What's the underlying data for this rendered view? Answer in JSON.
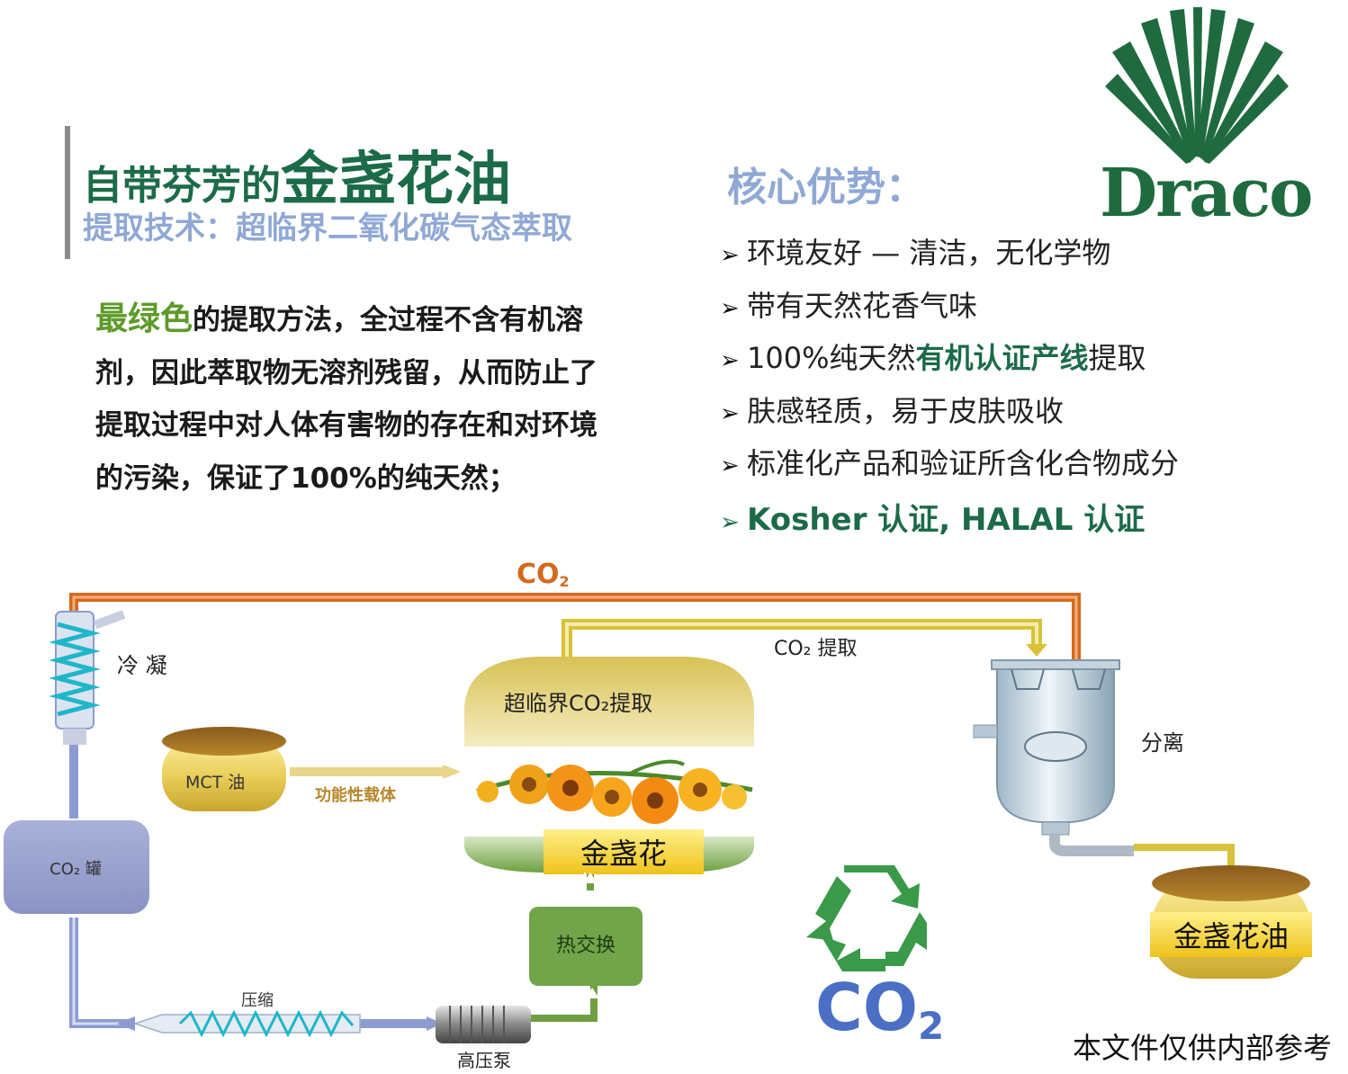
{
  "header": {
    "title_prefix": "自带芬芳的",
    "title_highlight": "金盏花油",
    "subtitle": "提取技术：超临界二氧化碳气态萃取"
  },
  "description": {
    "highlight": "最绿色",
    "text": "的提取方法，全过程不含有机溶剂，因此萃取物无溶剂残留，从而防止了提取过程中对人体有害物的存在和对环境的污染，保证了100%的纯天然；"
  },
  "advantages": {
    "title": "核心优势：",
    "bullet": "➢",
    "items": [
      {
        "text": "环境友好 — 清洁，无化学物"
      },
      {
        "text": "带有天然花香气味"
      },
      {
        "pre": "100%纯天然",
        "em": "有机认证产线",
        "post": "提取"
      },
      {
        "text": "肤感轻质，易于皮肤吸收"
      },
      {
        "text": "标准化产品和验证所含化合物成分"
      }
    ],
    "kosher": "Kosher 认证, HALAL 认证"
  },
  "logo": {
    "text": "Draco"
  },
  "diagram": {
    "co2_loop": "CO",
    "co2_loop_sub": "2",
    "co2_extract": "CO₂ 提取",
    "condense": "冷  凝",
    "reactor": "超临界CO₂提取",
    "mct": "MCT 油",
    "carrier": "功能性载体",
    "calendula": "金盏花",
    "separate": "分离",
    "oil": "金盏花油",
    "tank": "CO₂ 罐",
    "heat": "热交换",
    "compress": "压缩",
    "pump": "高压泵",
    "recycle": "CO",
    "recycle_sub": "2"
  },
  "colors": {
    "brand_green": "#1c6b48",
    "light_blue": "#8fa8d4",
    "orange_pipe": "#d4691e",
    "yellow_pipe": "#d8c23a",
    "blue_pipe": "#8c9bd0",
    "recycle_green": "#3a9a4a",
    "co2_blue": "#4a6fc4"
  },
  "footer": {
    "note": "本文件仅供内部参考"
  }
}
